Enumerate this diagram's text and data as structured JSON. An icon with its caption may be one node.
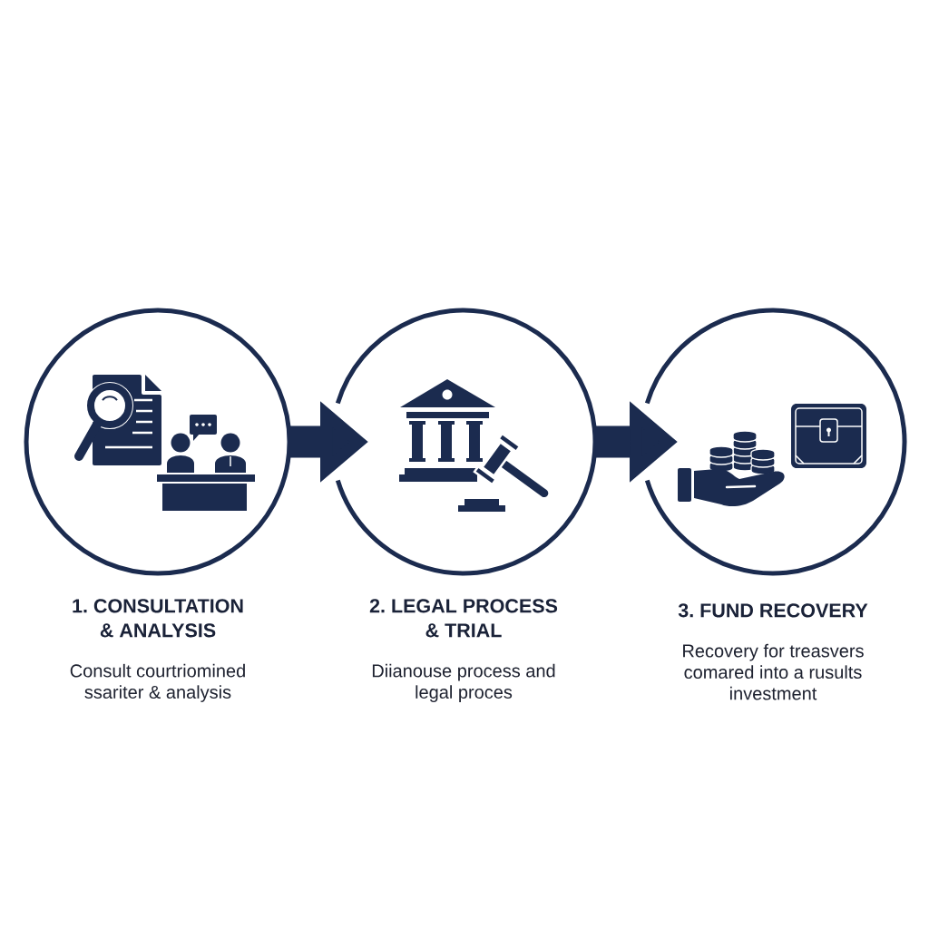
{
  "diagram": {
    "nodes": [
      {
        "text": [
          "1. CONSULTATION & ANALYSIS",
          "Consult courtriomined ssariter & analysis"
        ]
      },
      {
        "text": [
          "2. LEGAL PROCESS & TRIAL",
          "Diianouse process and legal proces"
        ]
      },
      {
        "text": [
          "3. FUND RECOVERY",
          "Recovery for treasvers comared into a rusults investment"
        ]
      }
    ],
    "edges": [
      {
        "from": 0,
        "to": 1,
        "arrow": "to"
      },
      {
        "from": 1,
        "to": 2,
        "arrow": "to"
      }
    ]
  }
}
